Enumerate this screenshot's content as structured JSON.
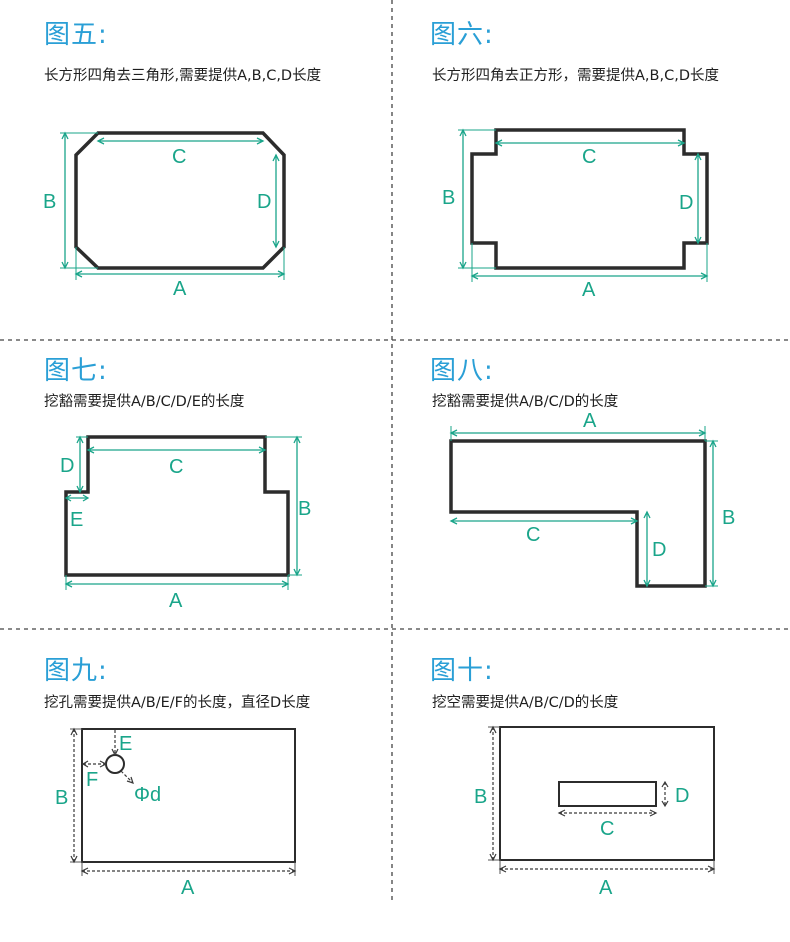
{
  "panels": [
    {
      "title": "图五:",
      "desc": "长方形四角去三角形,需要提供A,B,C,D长度",
      "labels": {
        "A": "A",
        "B": "B",
        "C": "C",
        "D": "D"
      }
    },
    {
      "title": "图六:",
      "desc": "长方形四角去正方形，需要提供A,B,C,D长度",
      "labels": {
        "A": "A",
        "B": "B",
        "C": "C",
        "D": "D"
      }
    },
    {
      "title": "图七:",
      "desc": "挖豁需要提供A/B/C/D/E的长度",
      "labels": {
        "A": "A",
        "B": "B",
        "C": "C",
        "D": "D",
        "E": "E"
      }
    },
    {
      "title": "图八:",
      "desc": "挖豁需要提供A/B/C/D的长度",
      "labels": {
        "A": "A",
        "B": "B",
        "C": "C",
        "D": "D"
      }
    },
    {
      "title": "图九:",
      "desc": "挖孔需要提供A/B/E/F的长度，直径D长度",
      "labels": {
        "A": "A",
        "B": "B",
        "E": "E",
        "F": "F",
        "Phi": "Φd"
      }
    },
    {
      "title": "图十:",
      "desc": "挖空需要提供A/B/C/D的长度",
      "labels": {
        "A": "A",
        "B": "B",
        "C": "C",
        "D": "D"
      }
    }
  ],
  "colors": {
    "title": "#2a9fd6",
    "dimension": "#1aa58a",
    "outline": "#2c2c2c",
    "divider": "#555555"
  }
}
